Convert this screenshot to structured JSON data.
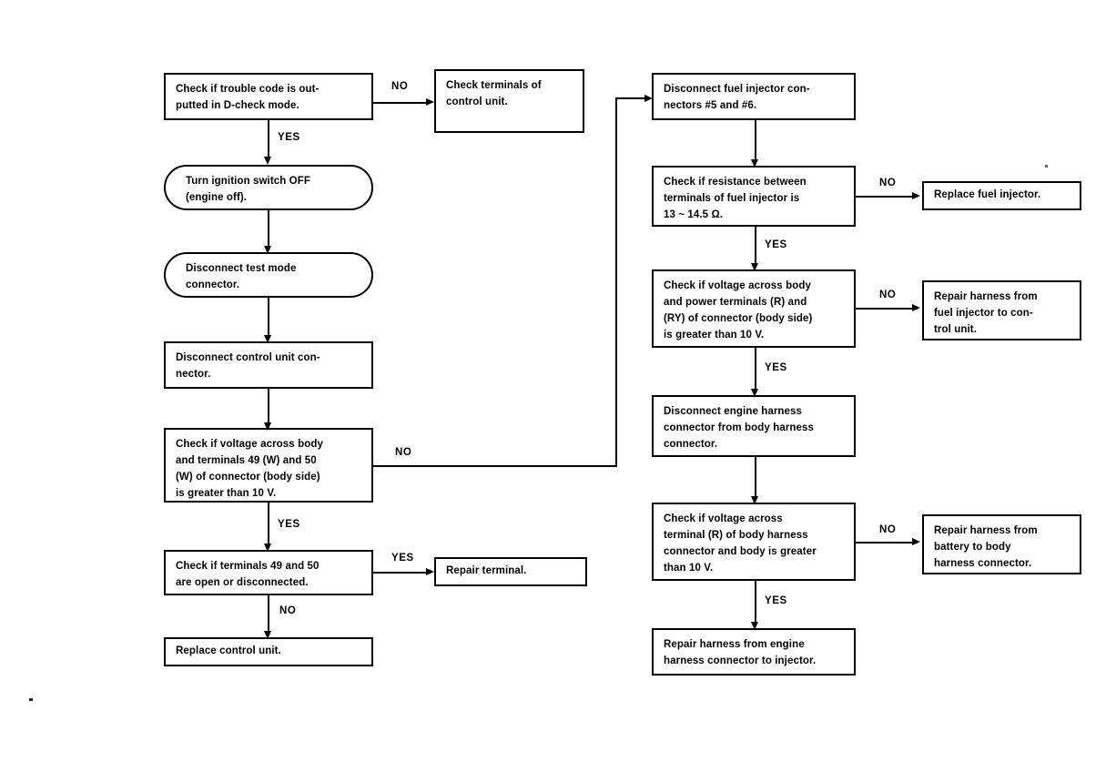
{
  "diagram": {
    "title": "Fuel injector / control unit trouble diagnosis flowchart",
    "line_color": "#000000",
    "background_color": "#ffffff"
  },
  "nodes": {
    "check_trouble_code": {
      "lines": [
        "Check if trouble code is out-",
        "putted in D-check mode."
      ],
      "shape": "rect"
    },
    "check_terminals_control_unit": {
      "lines": [
        "Check terminals of",
        "control unit."
      ],
      "shape": "rect"
    },
    "turn_ignition_off": {
      "lines": [
        "Turn ignition switch OFF",
        "(engine off)."
      ],
      "shape": "stadium"
    },
    "disconnect_test_mode": {
      "lines": [
        "Disconnect test mode",
        "connector."
      ],
      "shape": "stadium"
    },
    "disconnect_control_unit_connector": {
      "lines": [
        "Disconnect control unit con-",
        "nector."
      ],
      "shape": "rect"
    },
    "check_voltage_terminals_49_50": {
      "lines": [
        "Check if voltage across body",
        "and terminals 49 (W) and 50",
        "(W) of connector (body side)",
        "is greater than 10 V."
      ],
      "shape": "rect"
    },
    "check_terminals_open": {
      "lines": [
        "Check if terminals 49 and 50",
        "are open or disconnected."
      ],
      "shape": "rect"
    },
    "repair_terminal": {
      "lines": [
        "Repair terminal."
      ],
      "shape": "rect"
    },
    "replace_control_unit": {
      "lines": [
        "Replace control unit."
      ],
      "shape": "rect"
    },
    "disconnect_fuel_injector": {
      "lines": [
        "Disconnect fuel injector con-",
        "nectors #5 and #6."
      ],
      "shape": "rect"
    },
    "check_resistance": {
      "lines": [
        "Check if resistance between",
        "terminals of fuel injector is",
        "13 ~ 14.5 Ω."
      ],
      "shape": "rect"
    },
    "replace_fuel_injector": {
      "lines": [
        "Replace fuel injector."
      ],
      "shape": "rect"
    },
    "check_voltage_power_terminals": {
      "lines": [
        "Check if voltage across body",
        "and power terminals (R) and",
        "(RY) of connector (body side)",
        "is greater than 10 V."
      ],
      "shape": "rect"
    },
    "repair_harness_injector_to_control": {
      "lines": [
        "Repair harness from",
        "fuel injector to con-",
        "trol unit."
      ],
      "shape": "rect"
    },
    "disconnect_engine_harness": {
      "lines": [
        "Disconnect engine harness",
        "connector from body harness",
        "connector."
      ],
      "shape": "rect"
    },
    "check_voltage_body_harness": {
      "lines": [
        "Check if voltage across",
        "terminal (R) of body harness",
        "connector and body is greater",
        "than 10 V."
      ],
      "shape": "rect"
    },
    "repair_harness_battery_to_body": {
      "lines": [
        "Repair harness from",
        "battery to body",
        "harness connector."
      ],
      "shape": "rect"
    },
    "repair_harness_engine_to_injector": {
      "lines": [
        "Repair harness from engine",
        "harness connector to injector."
      ],
      "shape": "rect"
    }
  },
  "branch_labels": {
    "no_trouble_code": "NO",
    "yes_trouble_code": "YES",
    "no_voltage_49_50": "NO",
    "yes_voltage_49_50": "YES",
    "yes_terminals_open": "YES",
    "no_terminals_open": "NO",
    "no_resistance": "NO",
    "yes_resistance": "YES",
    "no_power_voltage": "NO",
    "yes_power_voltage": "YES",
    "no_body_harness_voltage": "NO",
    "yes_body_harness_voltage": "YES"
  }
}
